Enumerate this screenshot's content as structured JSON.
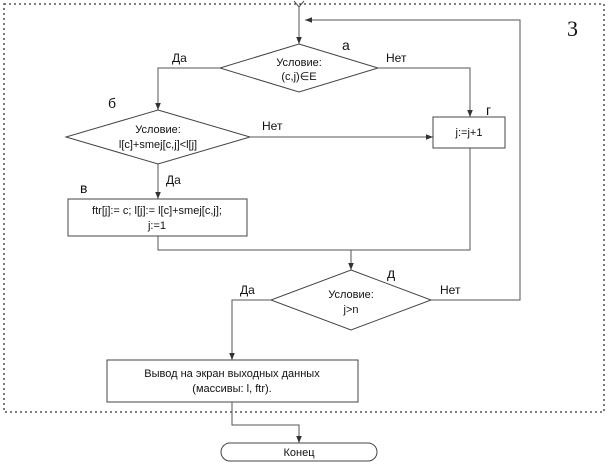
{
  "section_number": "3",
  "decision_a": {
    "letter": "а",
    "lines": [
      "Условие:",
      "(c,j)∈E"
    ],
    "yes_label": "Да",
    "no_label": "Нет"
  },
  "decision_b": {
    "letter": "б",
    "lines": [
      "Условие:",
      "l[c]+smej[c,j]<l[j]"
    ],
    "yes_label": "Да",
    "no_label": "Нет"
  },
  "process_v": {
    "letter": "в",
    "lines": [
      "ftr[j]:= c; l[j]:= l[c]+smej[c,j];",
      "j:=1"
    ]
  },
  "process_g": {
    "letter": "г",
    "lines": [
      "j:=j+1"
    ]
  },
  "decision_d": {
    "letter": "д",
    "lines": [
      "Условие:",
      "j>n"
    ],
    "yes_label": "Да",
    "no_label": "Нет"
  },
  "output_block": {
    "lines": [
      "Вывод на экран выходных данных",
      "(массивы: l, ftr)."
    ]
  },
  "terminator": {
    "label": "Конец"
  }
}
